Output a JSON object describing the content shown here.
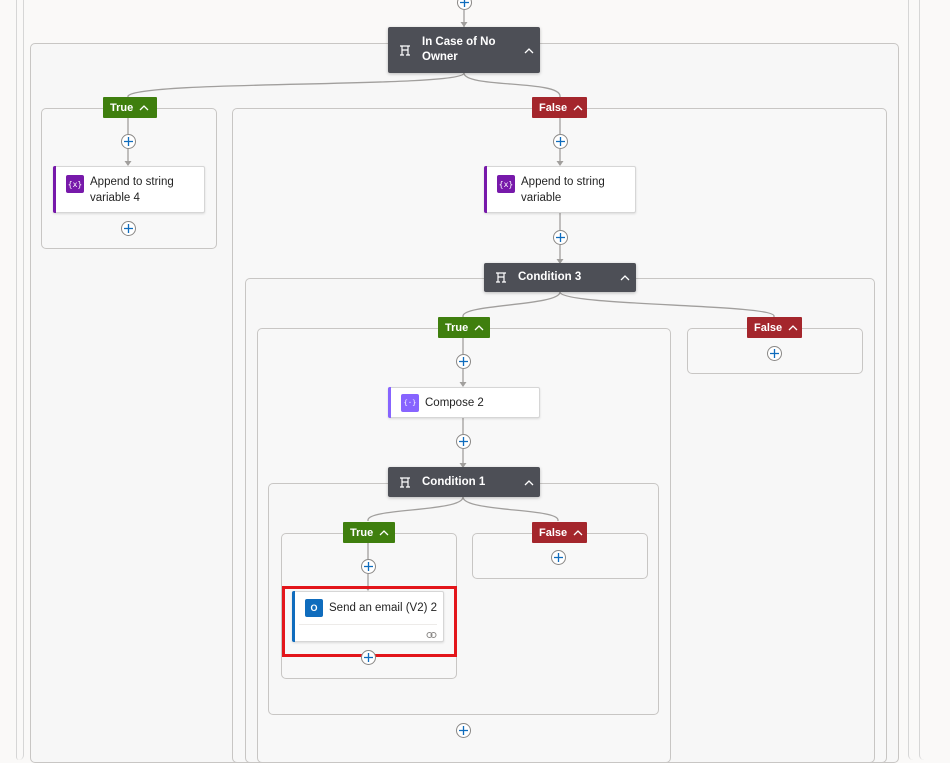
{
  "flow": {
    "case_no_owner": {
      "title": "In Case of No Owner",
      "true_label": "True",
      "false_label": "False"
    },
    "append_var4": {
      "title": "Append to string variable 4",
      "icon": "variable-icon"
    },
    "append_var": {
      "title": "Append to string variable",
      "icon": "variable-icon"
    },
    "condition3": {
      "title": "Condition 3",
      "true_label": "True",
      "false_label": "False"
    },
    "compose2": {
      "title": "Compose 2",
      "icon": "compose-icon"
    },
    "condition1": {
      "title": "Condition 1",
      "true_label": "True",
      "false_label": "False"
    },
    "send_email": {
      "title": "Send an email (V2) 2",
      "icon": "outlook-icon",
      "footer_icon": "link-icon"
    }
  },
  "colors": {
    "true_badge": "#3f7f0e",
    "false_badge": "#a4262c",
    "condition_header": "#4d4f56",
    "variable_accent": "#7719aa",
    "compose_accent": "#8764ff",
    "outlook_accent": "#0f6cbd",
    "highlight": "#e3161b"
  }
}
